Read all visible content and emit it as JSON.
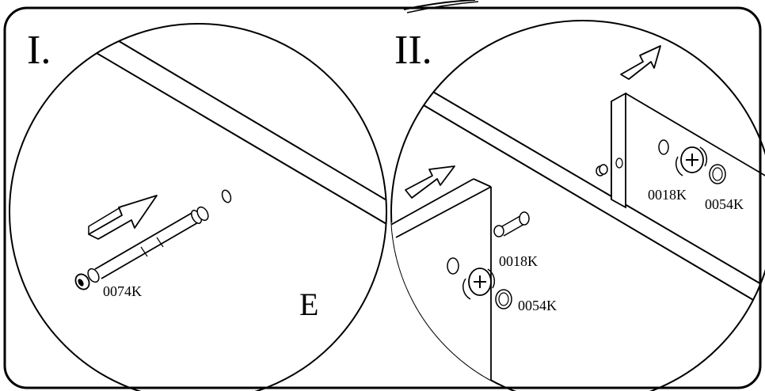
{
  "panels": [
    {
      "numeral": "I.",
      "parts": [
        "0074K"
      ],
      "section_letter": "E"
    },
    {
      "numeral": "II.",
      "parts": [
        "0018K",
        "0054K",
        "0018K",
        "0054K"
      ]
    }
  ],
  "colors": {
    "ink": "#000000",
    "paper": "#ffffff"
  }
}
